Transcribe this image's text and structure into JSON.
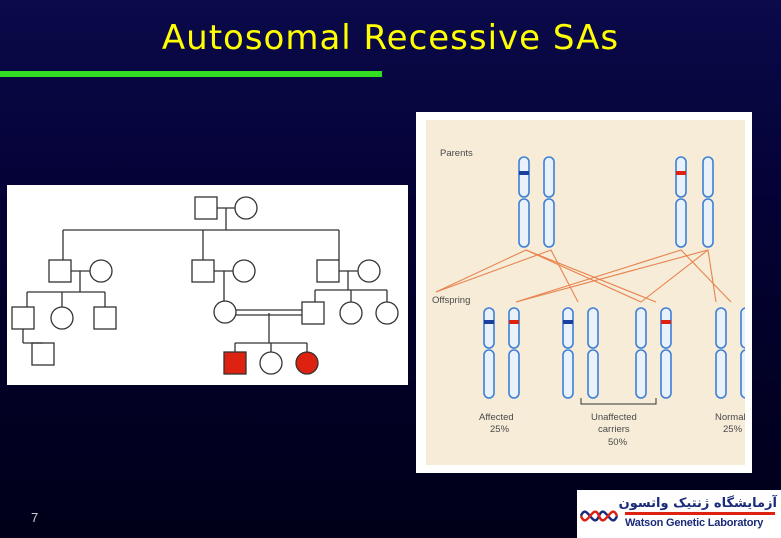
{
  "slide": {
    "title": "Autosomal Recessive SAs",
    "number": "7",
    "colors": {
      "title": "#ffff00",
      "underline": "#33dd22",
      "affected": "#dd2211",
      "chromosome": "#3f7fd6"
    }
  },
  "pedigree": {
    "affected_symbols": [
      "square",
      "circle"
    ]
  },
  "diagram": {
    "parents_label": "Parents",
    "offspring_label": "Offspring",
    "affected_label": "Affected",
    "affected_pct": "25%",
    "unaffected_label_1": "Unaffected",
    "unaffected_label_2": "carriers",
    "unaffected_pct": "50%",
    "normal_label": "Normal",
    "normal_pct": "25%"
  },
  "logo": {
    "persian": "آزمایشگاه ژنتیک واتسون",
    "english": "Watson Genetic Laboratory",
    "icon": "dna-helix-icon"
  }
}
